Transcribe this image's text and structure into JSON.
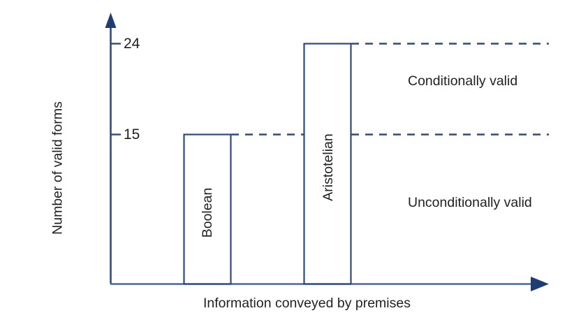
{
  "chart_data": {
    "type": "bar",
    "title": "",
    "xlabel": "Information conveyed by premises",
    "ylabel": "Number of valid forms",
    "categories": [
      "Boolean",
      "Aristotelian"
    ],
    "values": [
      15,
      24
    ],
    "ytick_labels": [
      "24",
      "15"
    ],
    "ytick_values": [
      24,
      15
    ],
    "ylim": [
      0,
      27
    ],
    "grid": false,
    "legend_position": "none",
    "annotations": [
      {
        "name": "conditionally-valid",
        "text": "Conditionally valid",
        "range": [
          15,
          24
        ]
      },
      {
        "name": "unconditionally-valid",
        "text": "Unconditionally valid",
        "range": [
          0,
          15
        ]
      }
    ],
    "series": [
      {
        "name": "Number of valid forms",
        "values": [
          15,
          24
        ]
      }
    ]
  },
  "axes": {
    "y_tick_24": "24",
    "y_tick_15": "15",
    "y_axis_title": "Number of valid forms",
    "x_axis_title": "Information conveyed by premises"
  },
  "bars": {
    "boolean_label": "Boolean",
    "aristotelian_label": "Aristotelian"
  },
  "regions": {
    "conditionally_valid": "Conditionally valid",
    "unconditionally_valid": "Unconditionally valid"
  },
  "colors": {
    "line": "#2b4b82",
    "arrow": "#1f3d73",
    "text": "#231f20",
    "background": "#ffffff"
  }
}
